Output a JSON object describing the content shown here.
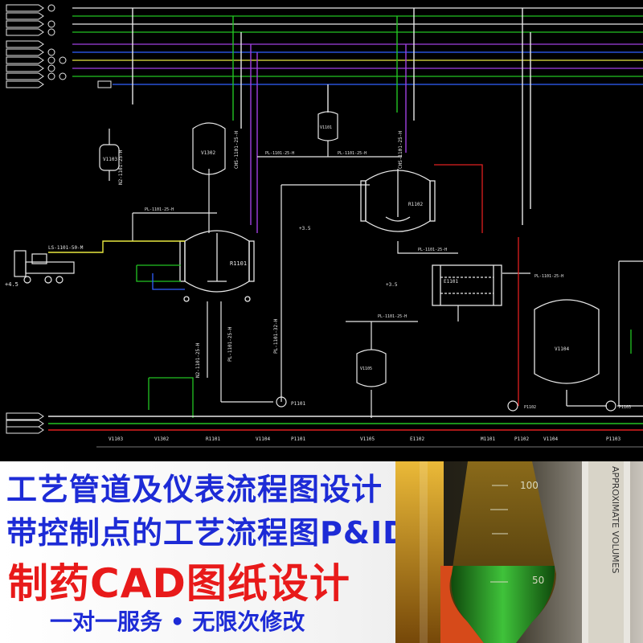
{
  "promo": {
    "line1": "工艺管道及仪表流程图设计",
    "line2": "带控制点的工艺流程图P&ID",
    "line3": "制药CAD图纸设计",
    "line4": "一对一服务 • 无限次修改"
  },
  "drawing": {
    "equipment_tags": [
      "V1103",
      "V1302",
      "R1101",
      "V1101",
      "R1102",
      "E1101",
      "V1105",
      "V1104"
    ],
    "elevations": [
      "+4.5",
      "+3.5",
      "+3.5"
    ],
    "pumps": [
      "P1101",
      "P1102",
      "P1103"
    ],
    "bottom_tags": [
      "V1103",
      "V1302",
      "R1101",
      "V1104",
      "P1101",
      "V1105",
      "E1102",
      "M1101",
      "P1102",
      "V1104",
      "P1103"
    ],
    "photo_scale_numbers": [
      "100",
      "50"
    ],
    "photo_vertical_text": "APPROXIMATE VOLUMES"
  },
  "colors": {
    "background": "#000000",
    "pipe_white": "#e8e8e8",
    "pipe_red": "#e02020",
    "pipe_green": "#22c422",
    "pipe_purple": "#a040e0",
    "pipe_blue": "#3060ff",
    "pipe_yellow": "#e8e840",
    "promo_blue": "#1d2bd6",
    "promo_red": "#e81a1a"
  }
}
